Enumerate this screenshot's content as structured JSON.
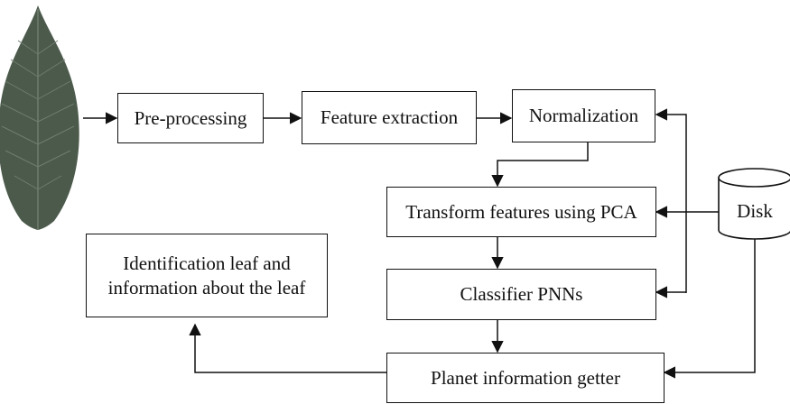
{
  "nodes": {
    "preprocessing": "Pre-processing",
    "feature_extraction": "Feature extraction",
    "normalization": "Normalization",
    "transform_pca": "Transform features using PCA",
    "classifier": "Classifier PNNs",
    "getter": "Planet information getter",
    "identification": "Identification leaf and\ninformation about the leaf",
    "disk": "Disk"
  },
  "colors": {
    "line": "#111111",
    "leaf": "#4c5a4c",
    "leaf_vein": "#6f7d6f"
  }
}
